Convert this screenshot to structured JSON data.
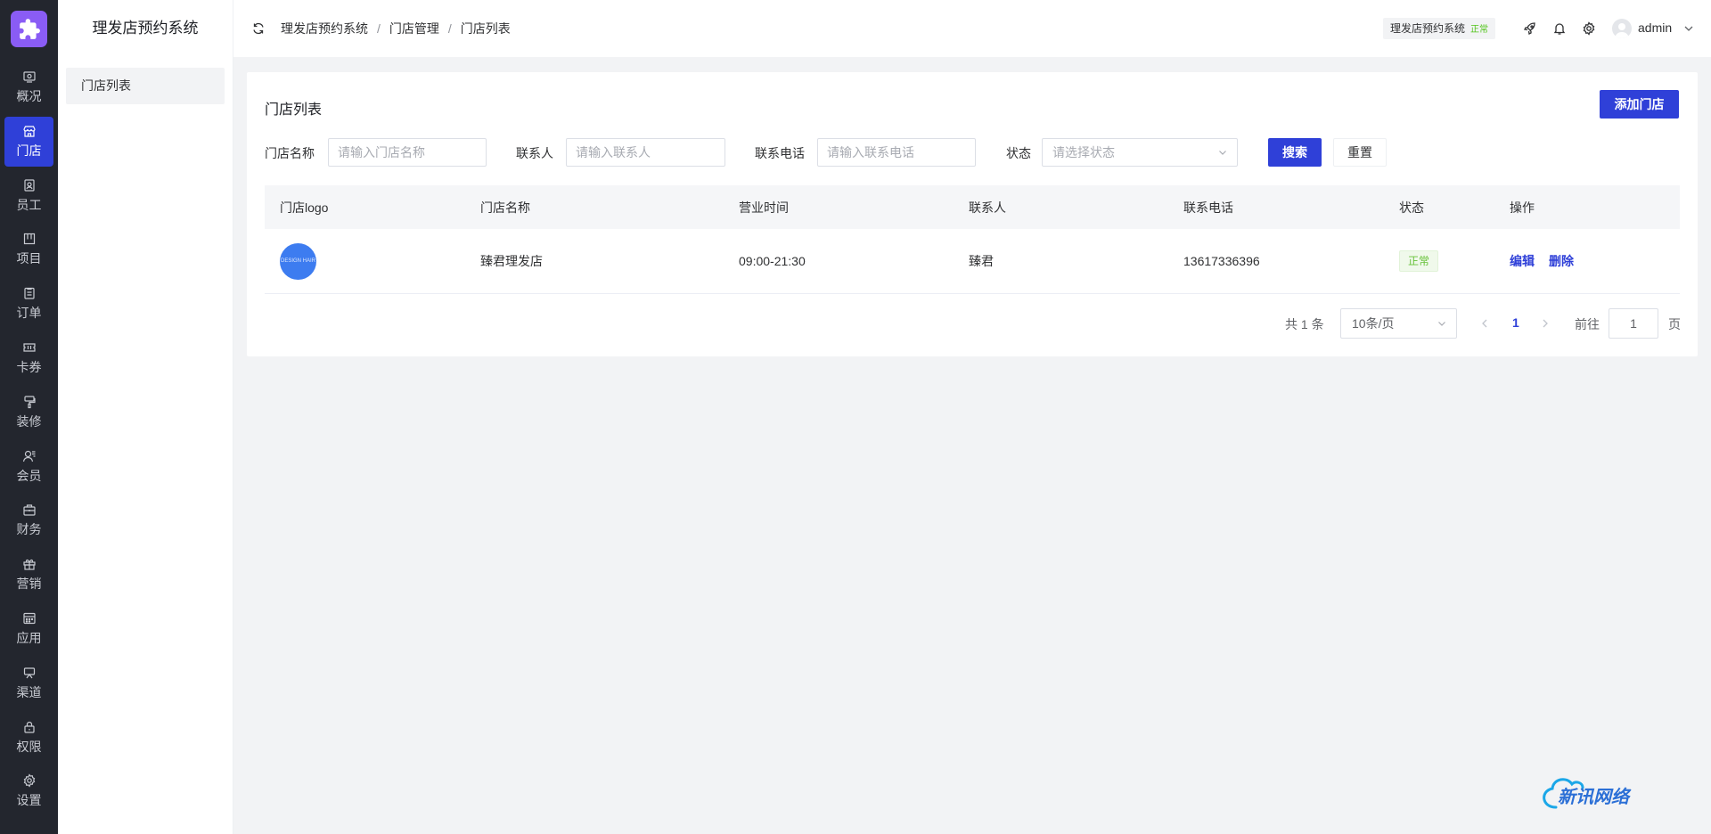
{
  "sidebar": {
    "logo_icon": "puzzle-icon",
    "items": [
      {
        "label": "概况",
        "icon": "dashboard-icon",
        "active": false
      },
      {
        "label": "门店",
        "icon": "store-icon",
        "active": true
      },
      {
        "label": "员工",
        "icon": "badge-icon",
        "active": false
      },
      {
        "label": "项目",
        "icon": "project-icon",
        "active": false
      },
      {
        "label": "订单",
        "icon": "order-icon",
        "active": false
      },
      {
        "label": "卡券",
        "icon": "ticket-icon",
        "active": false
      },
      {
        "label": "装修",
        "icon": "decorate-icon",
        "active": false
      },
      {
        "label": "会员",
        "icon": "member-icon",
        "active": false
      },
      {
        "label": "财务",
        "icon": "finance-icon",
        "active": false
      },
      {
        "label": "营销",
        "icon": "gift-icon",
        "active": false
      },
      {
        "label": "应用",
        "icon": "apps-icon",
        "active": false
      },
      {
        "label": "渠道",
        "icon": "channel-icon",
        "active": false
      },
      {
        "label": "权限",
        "icon": "lock-icon",
        "active": false
      },
      {
        "label": "设置",
        "icon": "gear-icon",
        "active": false
      }
    ]
  },
  "submenu": {
    "title": "理发店预约系统",
    "items": [
      {
        "label": "门店列表"
      }
    ]
  },
  "topbar": {
    "breadcrumb": [
      "理发店预约系统",
      "门店管理",
      "门店列表"
    ],
    "system_tag": "理发店预约系统",
    "system_status": "正常",
    "username": "admin"
  },
  "page": {
    "title": "门店列表",
    "add_button": "添加门店"
  },
  "filters": {
    "store_name": {
      "label": "门店名称",
      "placeholder": "请输入门店名称"
    },
    "contact": {
      "label": "联系人",
      "placeholder": "请输入联系人"
    },
    "phone": {
      "label": "联系电话",
      "placeholder": "请输入联系电话"
    },
    "status": {
      "label": "状态",
      "placeholder": "请选择状态"
    },
    "search_button": "搜索",
    "reset_button": "重置"
  },
  "table": {
    "columns": [
      "门店logo",
      "门店名称",
      "营业时间",
      "联系人",
      "联系电话",
      "状态",
      "操作"
    ],
    "rows": [
      {
        "logo_text": "DESIGN HAIR",
        "name": "臻君理发店",
        "hours": "09:00-21:30",
        "contact": "臻君",
        "phone": "13617336396",
        "status": "正常",
        "actions": [
          "编辑",
          "删除"
        ]
      }
    ]
  },
  "pagination": {
    "total": "共 1 条",
    "page_size": "10条/页",
    "current": "1",
    "goto_label": "前往",
    "goto_value": "1",
    "page_unit": "页"
  },
  "watermark": {
    "text": "新讯网络"
  },
  "colors": {
    "accent": "#2f40d8",
    "rail_bg": "#23262e",
    "logo_bg": "#8a5cf5",
    "success": "#67c23a"
  }
}
